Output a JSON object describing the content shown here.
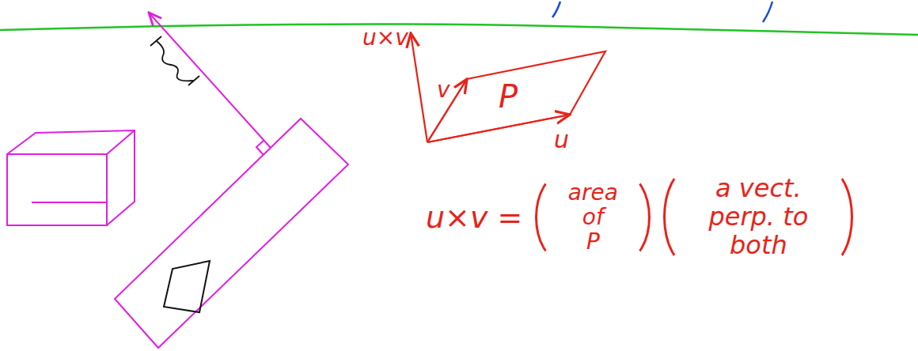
{
  "diagram": {
    "nodes": [
      {
        "text": [
          "P"
        ]
      }
    ],
    "labels": [
      "u×v",
      "v",
      "u",
      "u×v =",
      "area of P",
      "a vect. perp. to both"
    ]
  }
}
